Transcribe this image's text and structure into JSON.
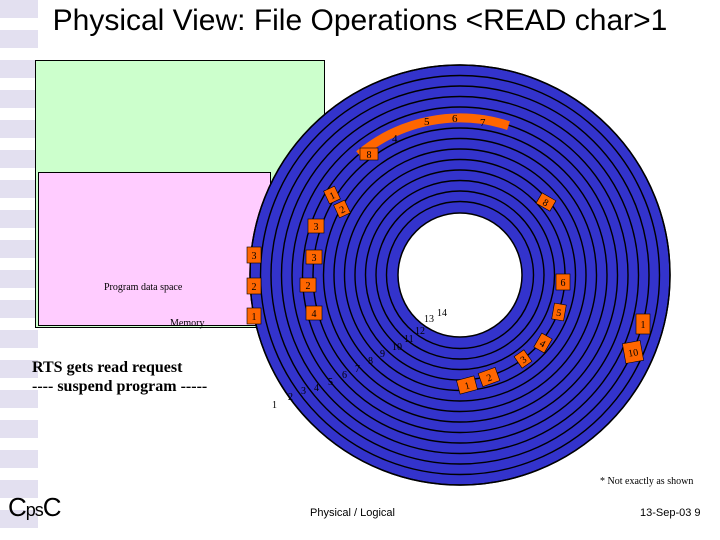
{
  "title": "Physical View: File Operations <READ char>1",
  "memory": {
    "program_data_space_label": "Program data space",
    "memory_label": "Memory"
  },
  "status": {
    "line1": "RTS gets read request",
    "line2": "---- suspend program -----"
  },
  "disk": {
    "inner_track_numbers": [
      "1",
      "2",
      "3",
      "4",
      "5",
      "6",
      "7",
      "8",
      "9",
      "10",
      "11",
      "12",
      "13",
      "14"
    ],
    "outer_arc_labels": [
      "4",
      "5",
      "6",
      "7"
    ],
    "top_block_label": "8",
    "left_column_labels": [
      "3",
      "2",
      "1"
    ],
    "small_chip_labels": [
      "1",
      "2"
    ],
    "center_block_labels": [
      "3",
      "2",
      "4"
    ],
    "right_block_labels": [
      "8",
      "6",
      "5",
      "4",
      "1",
      "10"
    ],
    "bottom_right_labels": [
      "1",
      "2",
      "3"
    ],
    "colors": {
      "platter": "#3333cc",
      "track_lines": "#000000",
      "hub": "#ffffff",
      "blocks": "#ff6600",
      "selected_arc": "#ff6600"
    }
  },
  "footnote": "* Not exactly as shown",
  "footer": {
    "center": "Physical / Logical",
    "right": "13-Sep-03  9"
  },
  "logo": {
    "text_c": "C",
    "text_ps": "ps",
    "text_c2": "C"
  }
}
